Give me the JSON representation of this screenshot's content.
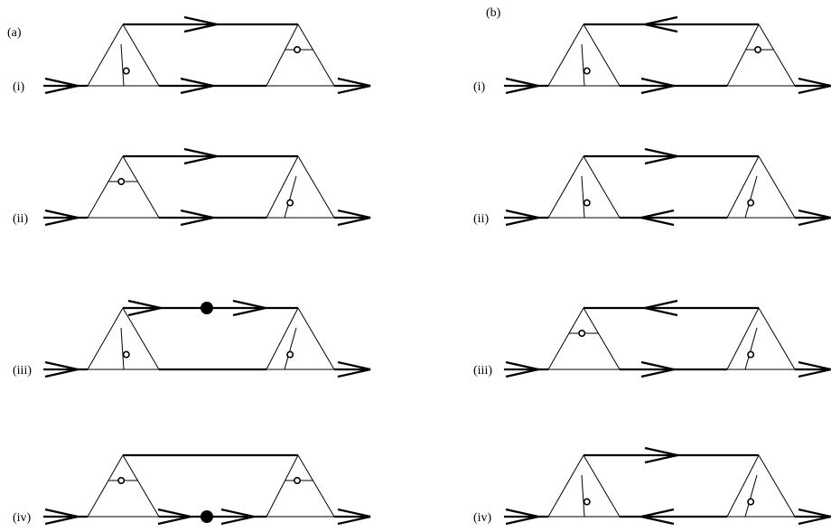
{
  "panels": [
    {
      "label": "(a)",
      "rows": [
        {
          "label": "(i)",
          "top_arrows": [
            "right"
          ],
          "bottom_arrows": [
            "right"
          ],
          "left_mark": "diagonal",
          "right_mark": "horizontal",
          "top_dot": false,
          "bottom_dot": false
        },
        {
          "label": "(ii)",
          "top_arrows": [
            "right"
          ],
          "bottom_arrows": [
            "right"
          ],
          "left_mark": "horizontal",
          "right_mark": "diagonal",
          "top_dot": false,
          "bottom_dot": false
        },
        {
          "label": "(iii)",
          "top_arrows": [
            "right",
            "right"
          ],
          "bottom_arrows": [],
          "left_mark": "diagonal",
          "right_mark": "diagonal",
          "top_dot": true,
          "bottom_dot": false
        },
        {
          "label": "(iv)",
          "top_arrows": [],
          "bottom_arrows": [
            "right",
            "right"
          ],
          "left_mark": "horizontal",
          "right_mark": "horizontal",
          "top_dot": false,
          "bottom_dot": true
        }
      ]
    },
    {
      "label": "(b)",
      "rows": [
        {
          "label": "(i)",
          "top_arrows": [
            "left"
          ],
          "bottom_arrows": [
            "right"
          ],
          "left_mark": "diagonal",
          "right_mark": "horizontal",
          "top_dot": false,
          "bottom_dot": false
        },
        {
          "label": "(ii)",
          "top_arrows": [
            "right"
          ],
          "bottom_arrows": [
            "left"
          ],
          "left_mark": "diagonal",
          "right_mark": "diagonal",
          "top_dot": false,
          "bottom_dot": false
        },
        {
          "label": "(iii)",
          "top_arrows": [
            "left"
          ],
          "bottom_arrows": [
            "right"
          ],
          "left_mark": "horizontal",
          "right_mark": "diagonal",
          "top_dot": false,
          "bottom_dot": false
        },
        {
          "label": "(iv)",
          "top_arrows": [
            "right"
          ],
          "bottom_arrows": [
            "left"
          ],
          "left_mark": "diagonal",
          "right_mark": "diagonal",
          "top_dot": false,
          "bottom_dot": false
        }
      ]
    }
  ],
  "colors": {
    "ink": "#000000",
    "background": "#ffffff"
  }
}
